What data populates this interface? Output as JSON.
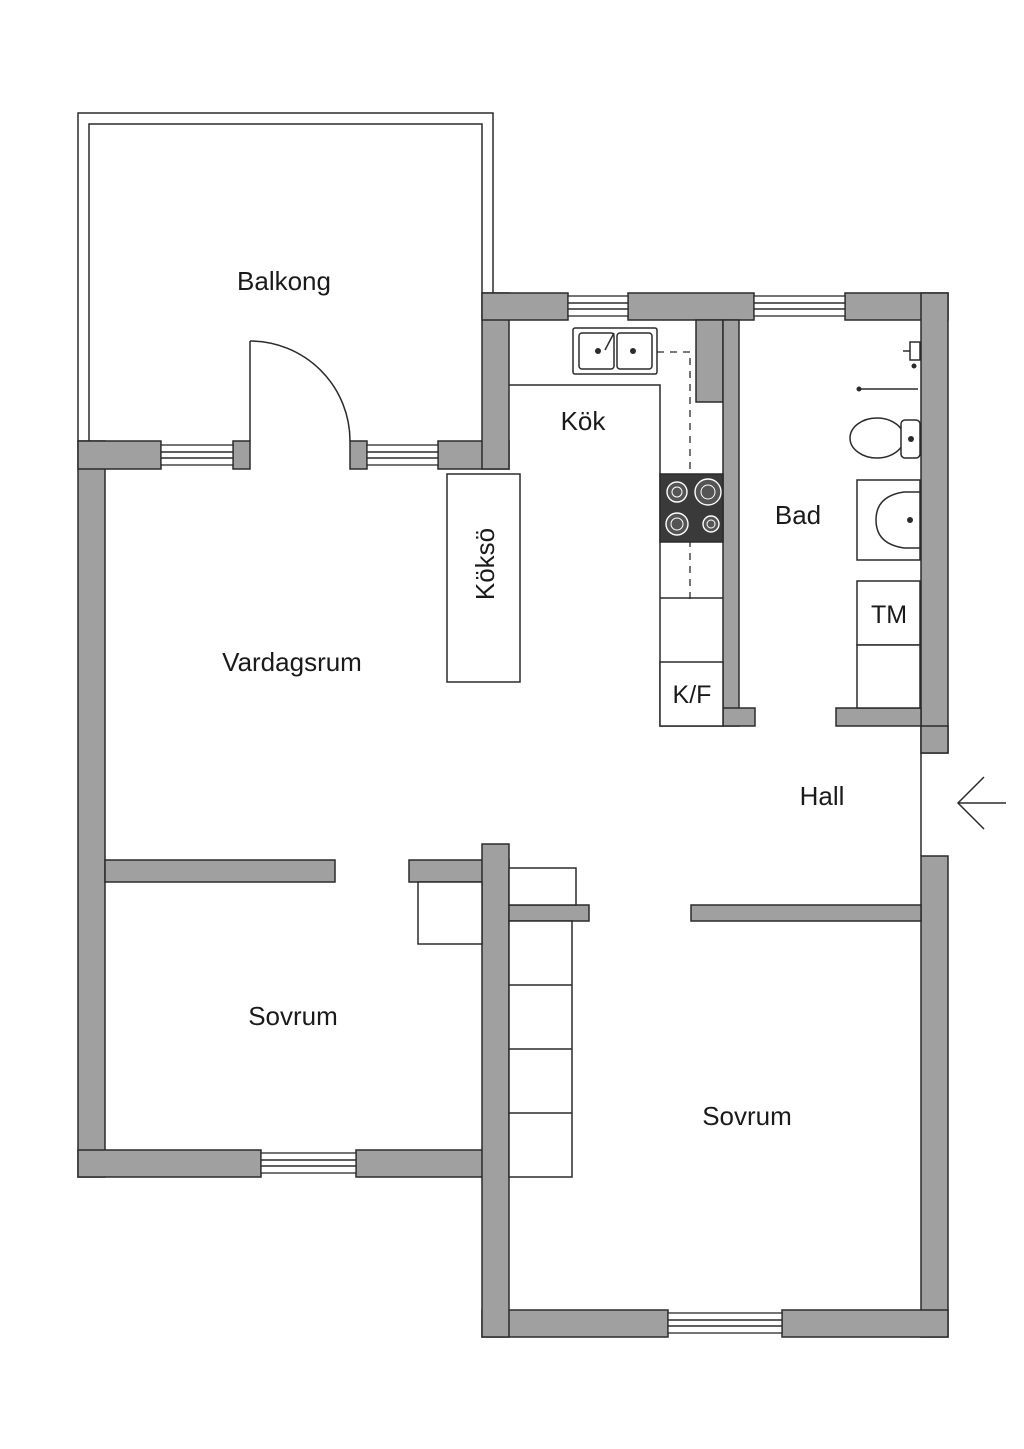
{
  "floor_plan": {
    "rooms": {
      "balcony": "Balkong",
      "kitchen": "Kök",
      "kitchen_island": "Köksö",
      "bathroom": "Bad",
      "living_room": "Vardagsrum",
      "hall": "Hall",
      "bedroom_left": "Sovrum",
      "bedroom_right": "Sovrum"
    },
    "fixtures": {
      "fridge_freezer": "K/F",
      "washing_machine": "TM"
    }
  }
}
